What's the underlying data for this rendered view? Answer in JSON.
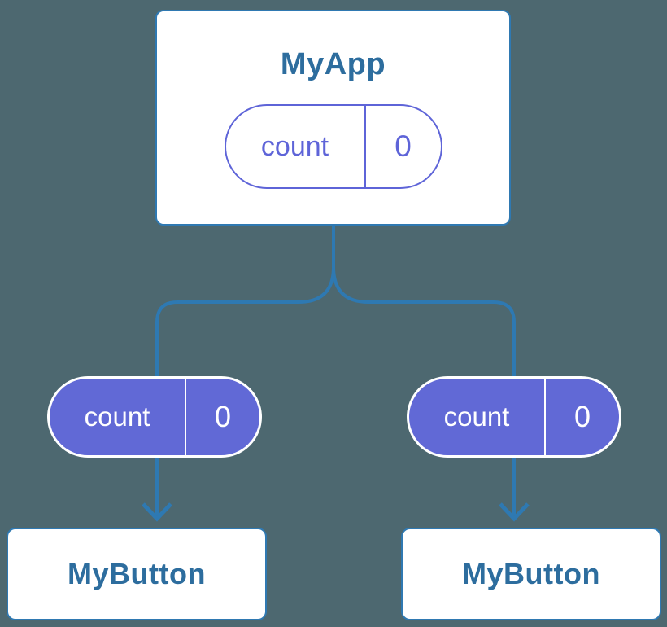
{
  "nodes": {
    "root": {
      "label": "MyApp",
      "state": {
        "name": "count",
        "value": "0"
      }
    },
    "left_child": {
      "label": "MyButton",
      "prop": {
        "name": "count",
        "value": "0"
      }
    },
    "right_child": {
      "label": "MyButton",
      "prop": {
        "name": "count",
        "value": "0"
      }
    }
  },
  "colors": {
    "background": "#4D6870",
    "connector_blue": "#2E79B2",
    "node_border_blue": "#2F79B2",
    "node_text_blue": "#2D6D9E",
    "prop_purple_fill": "#6169D6",
    "prop_purple_stroke": "#5E64D8",
    "white": "#FFFFFF"
  }
}
